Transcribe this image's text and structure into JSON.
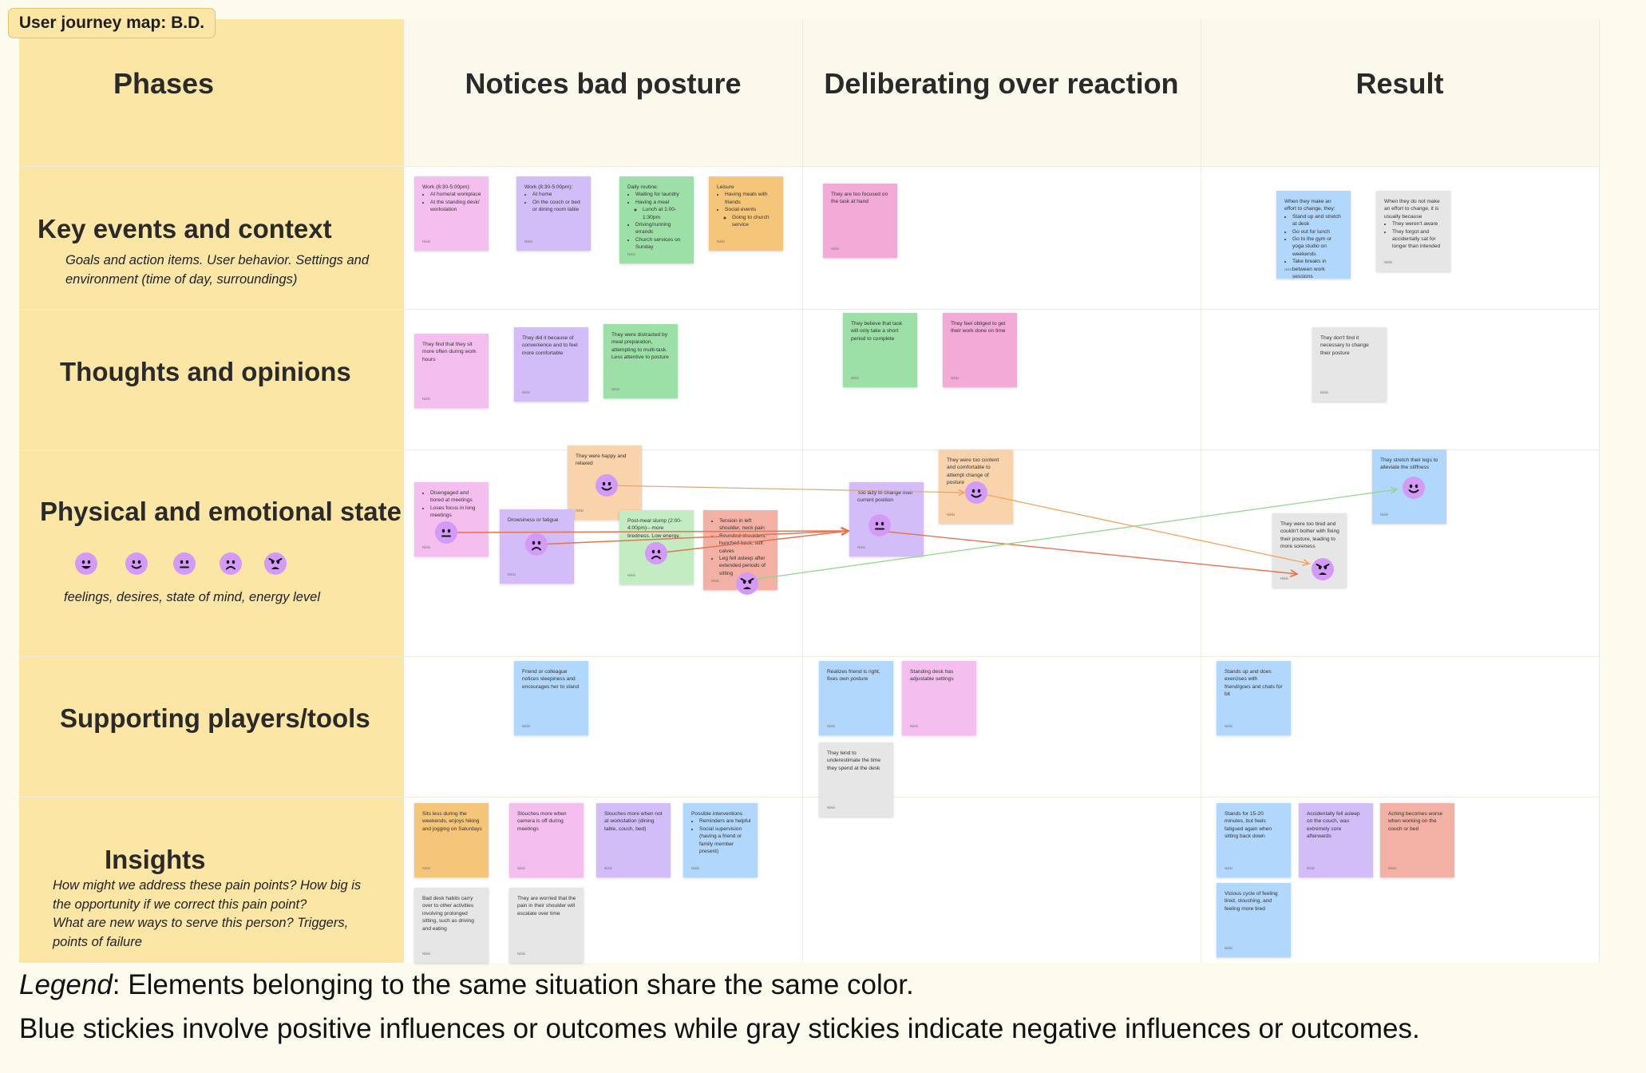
{
  "title_tag": "User journey map: B.D.",
  "colors": {
    "phase_column": "#fbe6a5",
    "header_bg": "#fbf8ec",
    "face": "#d39af7",
    "pink": "#f4bfee",
    "pink_dark": "#f3aad7",
    "purple": "#d3bdf9",
    "green": "#9de0a7",
    "green_light": "#c4ecc3",
    "orange": "#f5c57a",
    "orange_light": "#f8d3ac",
    "blue": "#b1d7fc",
    "gray": "#e6e6e6",
    "salmon": "#f2b1a4"
  },
  "columns": {
    "phases": "Phases",
    "c1": "Notices bad posture",
    "c2": "Deliberating over reaction",
    "c3": "Result"
  },
  "rows": {
    "key_events": {
      "label": "Key events and context",
      "sub": [
        "Goals and action items. User behavior. Settings and",
        "environment (time of day, surroundings)"
      ]
    },
    "thoughts": {
      "label": "Thoughts and opinions"
    },
    "physical": {
      "label": "Physical and emotional state",
      "sub": "feelings, desires, state of mind, energy level",
      "scale_icons": [
        "grinning-face-icon",
        "smiling-face-icon",
        "neutral-face-icon",
        "frowning-face-icon",
        "angry-face-icon"
      ]
    },
    "supporting": {
      "label": "Supporting players/tools"
    },
    "insights": {
      "label": "Insights",
      "sub": [
        "How might we address these pain points? How big is",
        "the opportunity if we correct this pain point?",
        "What are new ways to serve this person? Triggers,",
        "points of failure"
      ]
    }
  },
  "stickies": {
    "ke1": {
      "color": "pink",
      "text": "Work (8:30-5:00pm):",
      "items": [
        {
          "t": "At home/at workplace"
        },
        {
          "t": "At the standing desk/ workstation"
        }
      ],
      "author": "Nikki"
    },
    "ke2": {
      "color": "purple",
      "text": "Work (8:30-5:00pm):",
      "items": [
        {
          "t": "At home"
        },
        {
          "t": "On the couch or bed or dining room table"
        }
      ],
      "author": "Nikki"
    },
    "ke3": {
      "color": "green",
      "text": "Daily routine:",
      "items": [
        {
          "t": "Waiting for laundry"
        },
        {
          "t": "Having a meal",
          "sub": [
            "Lunch at 1:00-1:30pm"
          ]
        },
        {
          "t": "Driving/running errands"
        },
        {
          "t": "Church services on Sunday"
        }
      ],
      "author": "Nikki"
    },
    "ke4": {
      "color": "orange",
      "text": "Leisure",
      "items": [
        {
          "t": "Having meals with friends"
        },
        {
          "t": "Social events",
          "sub": [
            "Going to church service"
          ]
        }
      ],
      "author": "Nikki"
    },
    "ke5": {
      "color": "pink_dark",
      "text": "They are too focused on the task at hand",
      "author": "Nikki"
    },
    "ke6": {
      "color": "blue",
      "text": "When they make an effort to change, they:",
      "items": [
        {
          "t": "Stand up and stretch at desk"
        },
        {
          "t": "Go out for lunch"
        },
        {
          "t": "Go to the gym or yoga studio on weekends"
        },
        {
          "t": "Take breaks in between work sessions"
        }
      ],
      "author": "Nikki"
    },
    "ke7": {
      "color": "gray",
      "text": "When they do not make an effort to change, it is usually because",
      "items": [
        {
          "t": "They weren't aware"
        },
        {
          "t": "They forgot and accidentally sat for longer than intended"
        }
      ],
      "author": "Nikki"
    },
    "th1": {
      "color": "pink",
      "text": "They find that they sit more often during work hours",
      "author": "Nikki"
    },
    "th2": {
      "color": "purple",
      "text": "They did it because of convenience and to feel more comfortable",
      "author": "Nikki"
    },
    "th3": {
      "color": "green",
      "text": "They were distracted by meal preparation, attempting to multi-task. Less attentive to posture",
      "author": "Nikki"
    },
    "th4": {
      "color": "green",
      "text": "They believe that task will only take a short period to complete",
      "author": "Nikki"
    },
    "th5": {
      "color": "pink_dark",
      "text": "They feel obliged to get their work done on time",
      "author": "Nikki"
    },
    "th6": {
      "color": "gray",
      "text": "They don't find it necessary to change their posture",
      "author": "Nikki"
    },
    "ph1": {
      "color": "pink",
      "items": [
        {
          "t": "Disengaged and bored at meetings"
        },
        {
          "t": "Loses focus in long meetings"
        }
      ],
      "author": "Nikki",
      "face": "neutral-face-icon"
    },
    "ph2": {
      "color": "purple",
      "text": "Drowsiness or fatigue",
      "author": "Nikki",
      "face": "frowning-face-icon"
    },
    "ph3": {
      "color": "orange_light",
      "text": "They were happy and relaxed",
      "author": "Nikki",
      "face": "smiling-face-icon"
    },
    "ph4": {
      "color": "green_light",
      "text": "Post-meal slump (2:00-4:00pm)-- more tiredness. Low energy.",
      "author": "Nikki",
      "face": "frowning-face-icon"
    },
    "ph5": {
      "color": "salmon",
      "items": [
        {
          "t": "Tension in left shoulder, neck pain"
        },
        {
          "t": "Rounded shoulders, hunched back, stiff calves"
        },
        {
          "t": "Leg fell asleep after extended periods of sitting"
        }
      ],
      "author": "Nikki",
      "face": "angry-face-icon"
    },
    "ph6": {
      "color": "purple",
      "text": "Too lazy to change their current position",
      "author": "Nikki",
      "face": "neutral-face-icon"
    },
    "ph7": {
      "color": "orange_light",
      "text": "They were too content and comfortable to attempt change of posture",
      "author": "Nikki",
      "face": "smiling-face-icon"
    },
    "ph8": {
      "color": "gray",
      "text": "They were too tired and couldn't bother with fixing their posture, leading to more soreness",
      "author": "Nikki",
      "face": "angry-face-icon"
    },
    "ph9": {
      "color": "blue",
      "text": "They stretch their legs to alleviate the stiffness",
      "author": "Nikki",
      "face": "smiling-face-icon"
    },
    "sp1": {
      "color": "blue",
      "text": "Friend or colleague notices sleepiness and encourages her to stand",
      "author": "Nikki"
    },
    "sp2": {
      "color": "blue",
      "text": "Realizes friend is right, fixes own posture",
      "author": "Nikki"
    },
    "sp3": {
      "color": "pink",
      "text": "Standing desk has adjustable settings",
      "author": "Nikki"
    },
    "sp4": {
      "color": "gray",
      "text": "They tend to underestimate the time they spend at the desk",
      "author": "Nikki"
    },
    "sp5": {
      "color": "blue",
      "text": "Stands up and does exercises with friend/goes and chats for bit",
      "author": "Nikki"
    },
    "in1": {
      "color": "orange",
      "text": "Sits less during the weekends, enjoys hiking and jogging on Saturdays",
      "author": "Nikki"
    },
    "in2": {
      "color": "pink",
      "text": "Slouches more when camera is off during meetings",
      "author": "Nikki"
    },
    "in3": {
      "color": "purple",
      "text": "Slouches more when not at workstation (dining table, couch, bed)",
      "author": "Nikki"
    },
    "in4": {
      "color": "blue",
      "text": "Possible interventions",
      "items": [
        {
          "t": "Reminders are helpful"
        },
        {
          "t": "Social supervision (having a friend or family member present)"
        }
      ],
      "author": "Nikki"
    },
    "in5": {
      "color": "gray",
      "text": "Bad desk habits carry over to other activities involving prolonged sitting, such as driving and eating",
      "author": "Nikki"
    },
    "in6": {
      "color": "gray",
      "text": "They are worried that the pain in their shoulder will escalate over time",
      "author": "Nikki"
    },
    "in7": {
      "color": "blue",
      "text": "Stands for 15-20 minutes, but feels fatigued again when sitting back down",
      "author": "Nikki"
    },
    "in8": {
      "color": "purple",
      "text": "Accidentally fell asleep on the couch, was extremely sore afterwards",
      "author": "Nikki"
    },
    "in9": {
      "color": "salmon",
      "text": "Aching becomes worse when working on the couch or bed",
      "author": "Nikki"
    },
    "in10": {
      "color": "blue",
      "text": "Vicious cycle of feeling tired, slouching, and feeling more tired",
      "author": "Nikki"
    }
  },
  "legend": {
    "label": "Legend",
    "line1": ": Elements belonging to the same situation share the same color.",
    "line2": "Blue stickies involve positive influences or outcomes while gray stickies indicate negative influences or outcomes."
  }
}
